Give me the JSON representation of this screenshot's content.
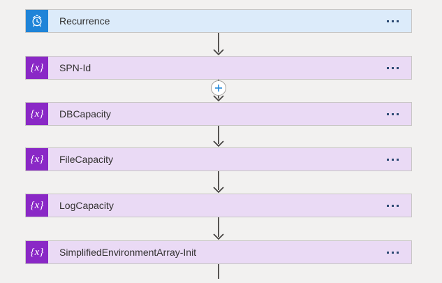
{
  "flow": {
    "steps": [
      {
        "label": "Recurrence",
        "kind": "recurrence",
        "icon": "alarm-clock-icon"
      },
      {
        "label": "SPN-Id",
        "kind": "variable",
        "icon": "variable-icon"
      },
      {
        "label": "DBCapacity",
        "kind": "variable",
        "icon": "variable-icon"
      },
      {
        "label": "FileCapacity",
        "kind": "variable",
        "icon": "variable-icon"
      },
      {
        "label": "LogCapacity",
        "kind": "variable",
        "icon": "variable-icon"
      },
      {
        "label": "SimplifiedEnvironmentArray-Init",
        "kind": "variable",
        "icon": "variable-icon"
      }
    ],
    "variable_icon_text": "{x}",
    "insert_button": {
      "symbol": "+"
    },
    "more_options_icon": "ellipsis-horizontal",
    "colors": {
      "canvas_bg": "#f2f1f0",
      "recurrence_card_bg": "#dcebfa",
      "recurrence_icon_bg": "#1f84d8",
      "variable_card_bg": "#eadaf5",
      "variable_icon_bg": "#8a28c6",
      "card_border": "#c8c6c4",
      "arrow": "#474442",
      "plus": "#2488d8",
      "ellipsis_dots": "#2d4a73",
      "label_text": "#323130"
    }
  }
}
